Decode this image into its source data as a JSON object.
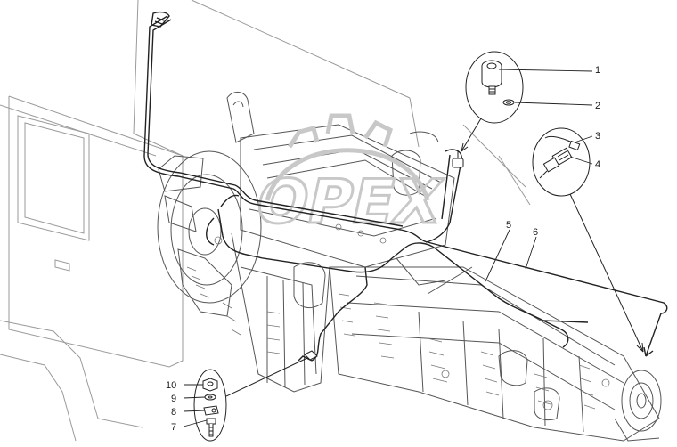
{
  "watermark": {
    "text": "OPEX",
    "color": "#c8c8c8"
  },
  "callouts": [
    {
      "label": "1",
      "part": "pressure-sensor"
    },
    {
      "label": "2",
      "part": "sealing-washer"
    },
    {
      "label": "3",
      "part": "connector-clip"
    },
    {
      "label": "4",
      "part": "wire-connector"
    },
    {
      "label": "5",
      "part": "harness-lower"
    },
    {
      "label": "6",
      "part": "harness-upper"
    },
    {
      "label": "7",
      "part": "bolt"
    },
    {
      "label": "8",
      "part": "clamp"
    },
    {
      "label": "9",
      "part": "washer"
    },
    {
      "label": "10",
      "part": "nut"
    }
  ],
  "colors": {
    "line": "#222222",
    "sketch": "#555555",
    "faint": "#9a9a9a"
  }
}
